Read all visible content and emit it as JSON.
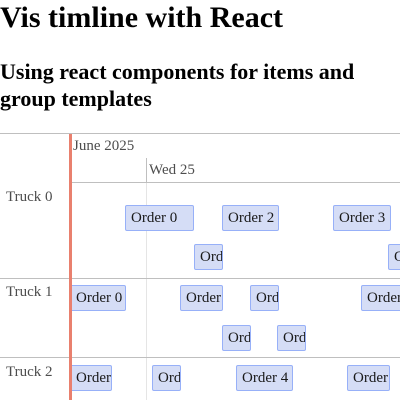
{
  "page": {
    "title": "Vis timline with React",
    "subtitle": "Using react components for items and group templates"
  },
  "timeline": {
    "axis": {
      "major_label": "June 2025",
      "minor_label": "Wed 25"
    },
    "groups": [
      {
        "label": "Truck 0"
      },
      {
        "label": "Truck 1"
      },
      {
        "label": "Truck 2"
      }
    ],
    "items": [
      {
        "label": "Order 0",
        "group": "Truck 0"
      },
      {
        "label": "Order 2",
        "group": "Truck 0"
      },
      {
        "label": "Order 3",
        "group": "Truck 0"
      },
      {
        "label": "Order",
        "group": "Truck 0"
      },
      {
        "label": "Order",
        "group": "Truck 0"
      },
      {
        "label": "Order 0",
        "group": "Truck 1"
      },
      {
        "label": "Order",
        "group": "Truck 1"
      },
      {
        "label": "Order",
        "group": "Truck 1"
      },
      {
        "label": "Order",
        "group": "Truck 1"
      },
      {
        "label": "Order",
        "group": "Truck 1"
      },
      {
        "label": "Order",
        "group": "Truck 1"
      },
      {
        "label": "Order",
        "group": "Truck 2"
      },
      {
        "label": "Order",
        "group": "Truck 2"
      },
      {
        "label": "Order 4",
        "group": "Truck 2"
      },
      {
        "label": "Order",
        "group": "Truck 2"
      }
    ],
    "colors": {
      "item_background": "#d5ddf6",
      "item_border": "#97b0f8",
      "current_time": "#e9806e"
    }
  }
}
